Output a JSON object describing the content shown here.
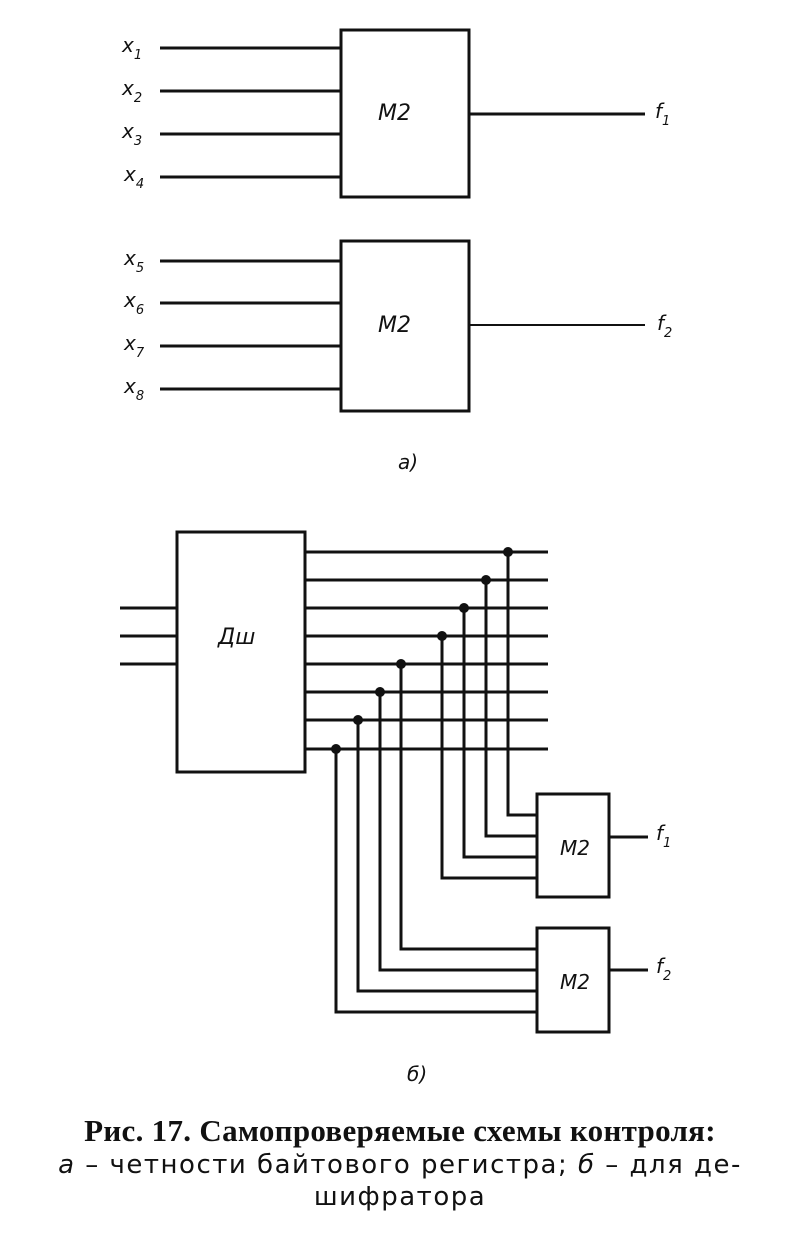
{
  "panel_a": {
    "blocks": [
      {
        "label": "M2",
        "inputs": [
          {
            "base": "x",
            "sub": "1"
          },
          {
            "base": "x",
            "sub": "2"
          },
          {
            "base": "x",
            "sub": "3"
          },
          {
            "base": "x",
            "sub": "4"
          }
        ],
        "output": {
          "base": "f",
          "sub": "1"
        }
      },
      {
        "label": "M2",
        "inputs": [
          {
            "base": "x",
            "sub": "5"
          },
          {
            "base": "x",
            "sub": "6"
          },
          {
            "base": "x",
            "sub": "7"
          },
          {
            "base": "x",
            "sub": "8"
          }
        ],
        "output": {
          "base": "f",
          "sub": "2"
        }
      }
    ],
    "tag": "a)"
  },
  "panel_b": {
    "decoder_label": "Дш",
    "decoder_inputs": 3,
    "decoder_outputs": 8,
    "blocks": [
      {
        "label": "M2",
        "output": {
          "base": "f",
          "sub": "1"
        }
      },
      {
        "label": "M2",
        "output": {
          "base": "f",
          "sub": "2"
        }
      }
    ],
    "tag": "б)"
  },
  "caption": {
    "line1": "Рис. 17. Самопроверяемые схемы контроля:",
    "line2_a": "а",
    "line2_a_text": " – четности байтового регистра; ",
    "line2_b": "б",
    "line2_b_text": " – для де-",
    "line3": "шифратора"
  }
}
